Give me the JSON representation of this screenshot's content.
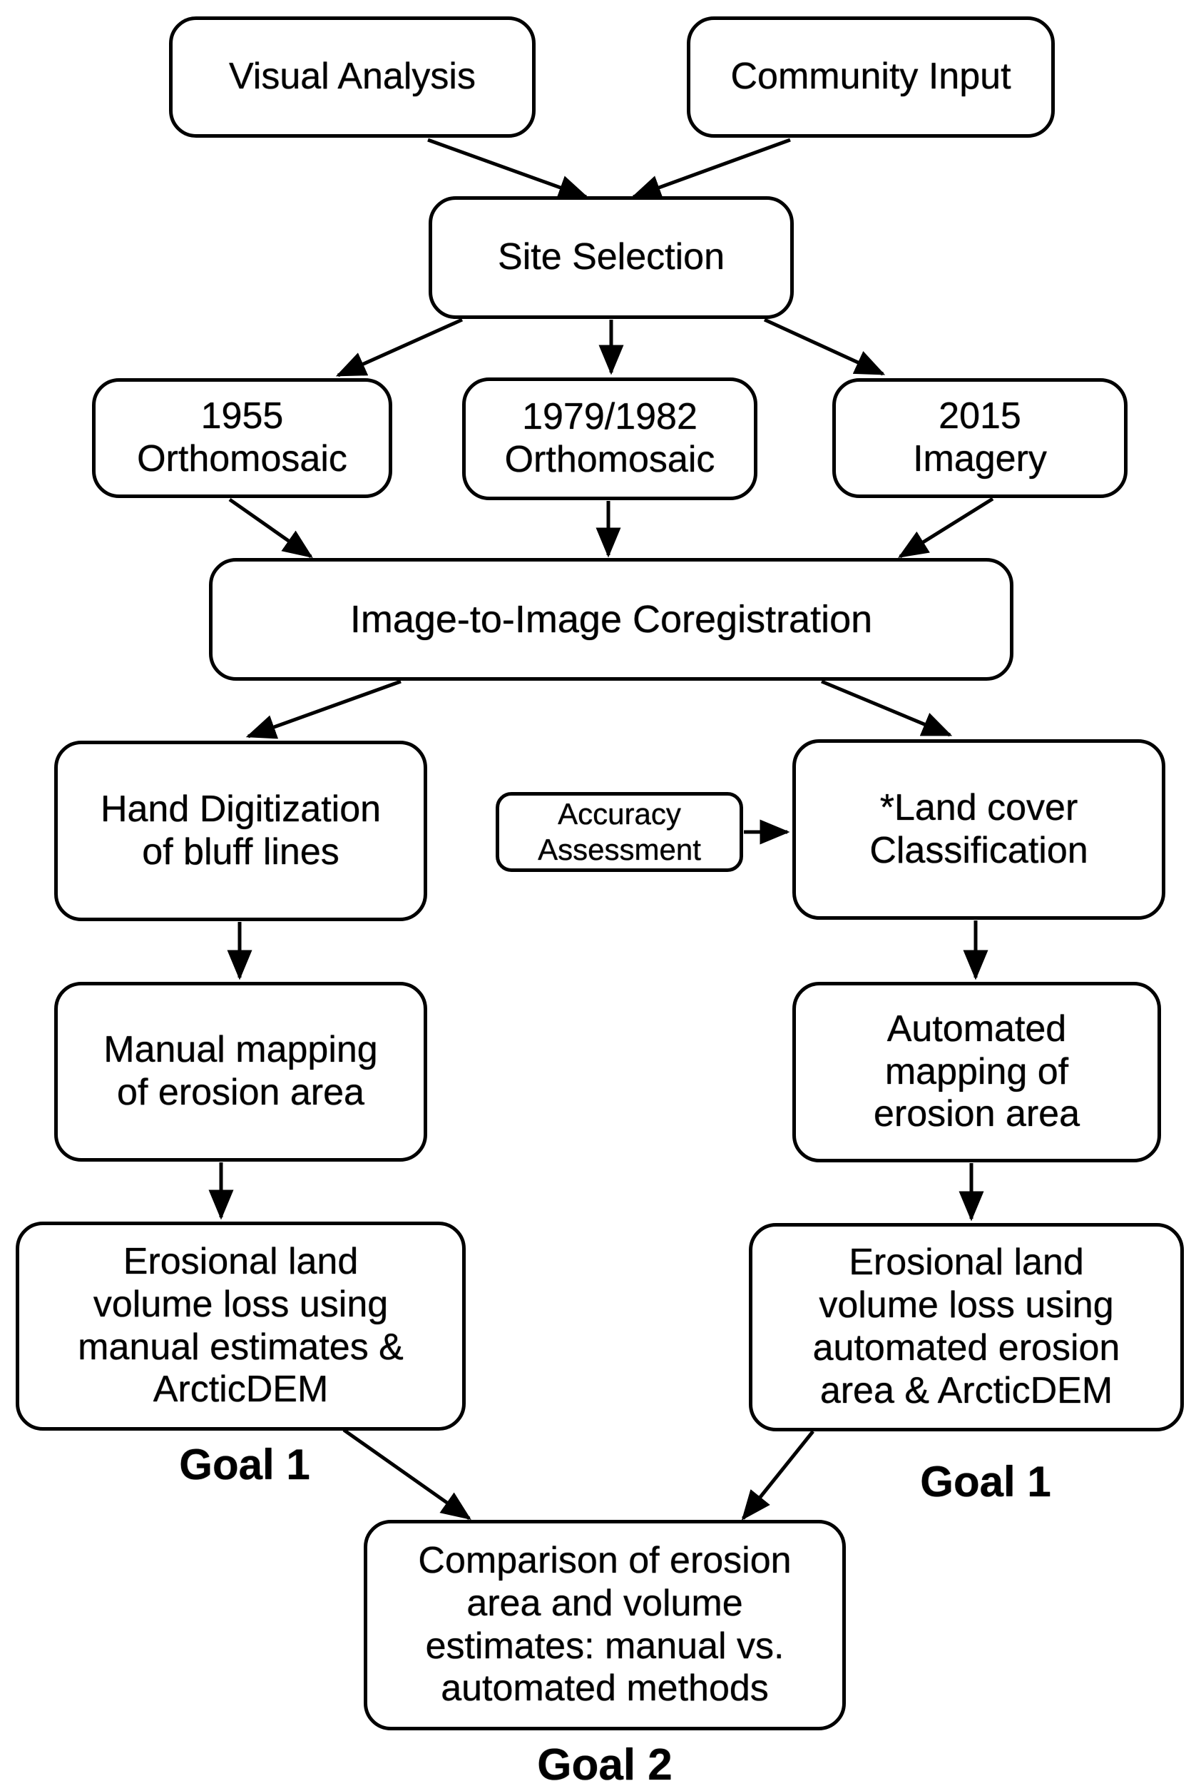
{
  "diagram": {
    "background_color": "#ffffff",
    "line_color": "#000000",
    "nodes": {
      "visual_analysis": {
        "label": "Visual Analysis"
      },
      "community_input": {
        "label": "Community Input"
      },
      "site_selection": {
        "label": "Site Selection"
      },
      "orthomosaic_1955": {
        "label": "1955\nOrthomosaic"
      },
      "orthomosaic_1979_1982": {
        "label": "1979/1982\nOrthomosaic"
      },
      "imagery_2015": {
        "label": "2015\nImagery"
      },
      "coregistration": {
        "label": "Image-to-Image Coregistration"
      },
      "hand_digitization": {
        "label": "Hand Digitization\nof bluff lines"
      },
      "accuracy_assessment": {
        "label": "Accuracy\nAssessment"
      },
      "land_cover_classification": {
        "label": "*Land cover\nClassification"
      },
      "manual_mapping": {
        "label": "Manual mapping\nof erosion area"
      },
      "automated_mapping": {
        "label": "Automated\nmapping of\nerosion area"
      },
      "erosional_manual": {
        "label": "Erosional land\nvolume loss using\nmanual estimates &\nArcticDEM"
      },
      "erosional_automated": {
        "label": "Erosional land\nvolume loss using\nautomated erosion\narea & ArcticDEM"
      },
      "comparison": {
        "label": "Comparison of erosion\narea and volume\nestimates: manual vs.\nautomated methods"
      }
    },
    "goal_labels": {
      "goal1_left": "Goal 1",
      "goal1_right": "Goal 1",
      "goal2": "Goal 2"
    },
    "edges": [
      {
        "from": "visual_analysis",
        "to": "site_selection"
      },
      {
        "from": "community_input",
        "to": "site_selection"
      },
      {
        "from": "site_selection",
        "to": "orthomosaic_1955"
      },
      {
        "from": "site_selection",
        "to": "orthomosaic_1979_1982"
      },
      {
        "from": "site_selection",
        "to": "imagery_2015"
      },
      {
        "from": "orthomosaic_1955",
        "to": "coregistration"
      },
      {
        "from": "orthomosaic_1979_1982",
        "to": "coregistration"
      },
      {
        "from": "imagery_2015",
        "to": "coregistration"
      },
      {
        "from": "coregistration",
        "to": "hand_digitization"
      },
      {
        "from": "coregistration",
        "to": "land_cover_classification"
      },
      {
        "from": "accuracy_assessment",
        "to": "land_cover_classification"
      },
      {
        "from": "hand_digitization",
        "to": "manual_mapping"
      },
      {
        "from": "land_cover_classification",
        "to": "automated_mapping"
      },
      {
        "from": "manual_mapping",
        "to": "erosional_manual"
      },
      {
        "from": "automated_mapping",
        "to": "erosional_automated"
      },
      {
        "from": "erosional_manual",
        "to": "comparison"
      },
      {
        "from": "erosional_automated",
        "to": "comparison"
      }
    ]
  }
}
